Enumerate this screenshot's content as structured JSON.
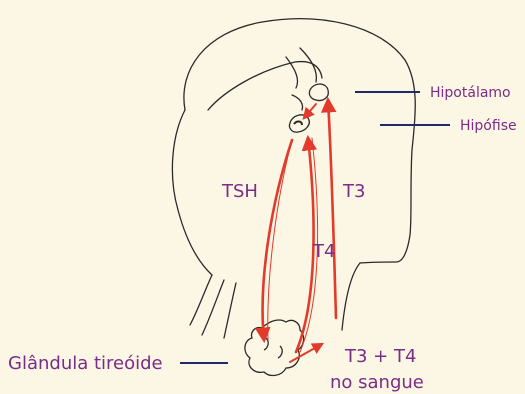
{
  "labels": {
    "hypothalamus": "Hipotálamo",
    "pituitary": "Hipófise",
    "tsh": "TSH",
    "t3": "T3",
    "t4": "T4",
    "thyroid": "Glândula tireóide",
    "blood_line1": "T3 + T4",
    "blood_line2": "no sangue"
  },
  "colors": {
    "background": "#fcf6e4",
    "label_text": "#7a2c86",
    "arrow": "#e23a2b",
    "pointer_line": "#1f2a6b",
    "outline": "#2a2a2a"
  }
}
